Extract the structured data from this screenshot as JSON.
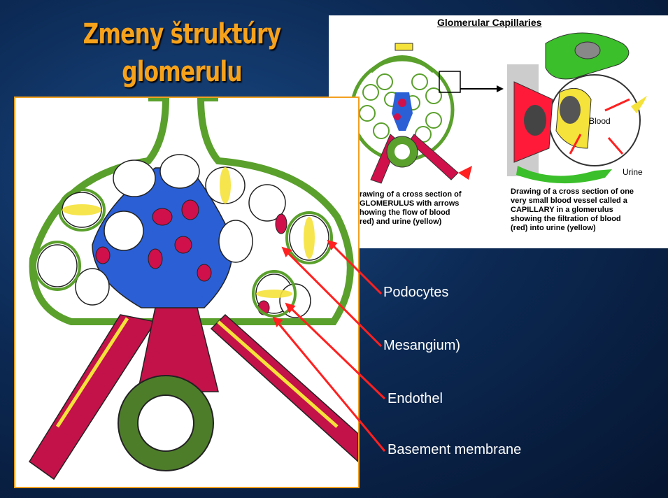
{
  "slide": {
    "title_line1": "Zmeny štruktúry",
    "title_line2": "glomerulu"
  },
  "inset": {
    "title": "Glomerular Capillaries",
    "caption_left_lines": [
      "rawing of a cross section of",
      "GLOMERULUS with arrows",
      "howing the flow of blood",
      "red) and urine (yellow)"
    ],
    "caption_right_lines": [
      "Drawing of a cross section of one",
      "very small blood vessel called a",
      "CAPILLARY in a glomerulus",
      "showing the filtration of blood",
      "(red) into urine (yellow)"
    ],
    "label_blood": "Blood",
    "label_urine": "Urine"
  },
  "labels": {
    "podocytes": "Podocytes",
    "mesangium": "Mesangium)",
    "endothel": "Endothel",
    "basement": "Basement membrane"
  },
  "colors": {
    "title": "#f7a21b",
    "pointer": "#ff2020",
    "frame": "#f3a020",
    "podocyte_green": "#5aa02c",
    "mesangium_blue": "#2a5fd6",
    "blood_red": "#d0104a",
    "membrane_yellow": "#f5e23a"
  }
}
